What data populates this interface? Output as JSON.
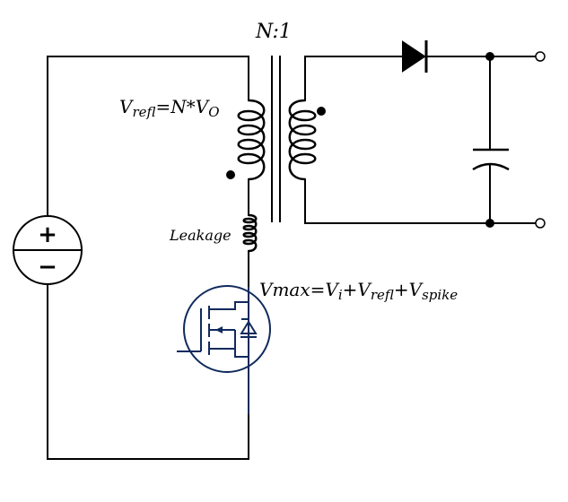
{
  "diagram": {
    "type": "flyback converter schematic",
    "labels": {
      "turns_ratio": "N:1",
      "reflected_voltage": {
        "main": "V",
        "sub": "refl",
        "rest": "=N*V",
        "sub2": "O"
      },
      "leakage": "Leakage",
      "vmax": {
        "main": "Vmax=V",
        "sub_i": "i",
        "plus1": "+V",
        "sub_refl": "refl",
        "plus2": "+V",
        "sub_spike": "spike"
      },
      "source_plus": "+",
      "source_minus": "−"
    },
    "colors": {
      "wire": "#000000",
      "mosfet": "#102a5c",
      "background": "#ffffff"
    }
  }
}
